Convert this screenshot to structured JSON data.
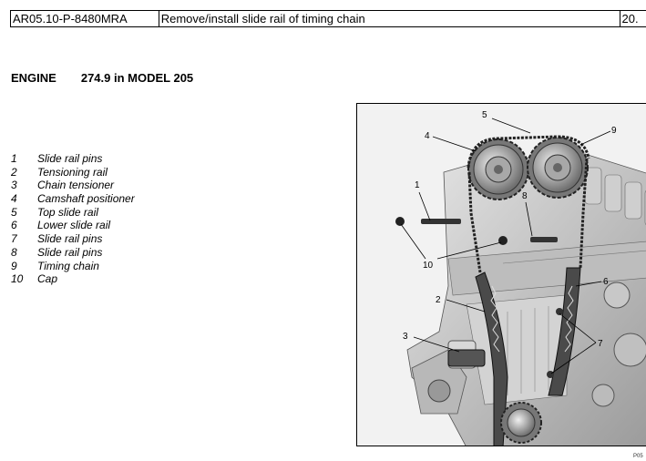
{
  "header": {
    "doc_id": "AR05.10-P-8480MRA",
    "title": "Remove/install slide rail of timing chain",
    "date": "20."
  },
  "engine": {
    "label": "ENGINE",
    "value": "274.9 in MODEL 205"
  },
  "legend": [
    {
      "num": "1",
      "text": "Slide rail pins"
    },
    {
      "num": "2",
      "text": "Tensioning rail"
    },
    {
      "num": "3",
      "text": "Chain tensioner"
    },
    {
      "num": "4",
      "text": "Camshaft positioner"
    },
    {
      "num": "5",
      "text": "Top slide rail"
    },
    {
      "num": "6",
      "text": "Lower slide rail"
    },
    {
      "num": "7",
      "text": "Slide rail pins"
    },
    {
      "num": "8",
      "text": "Slide rail pins"
    },
    {
      "num": "9",
      "text": "Timing chain"
    },
    {
      "num": "10",
      "text": "Cap"
    }
  ],
  "figure": {
    "code": "P05",
    "callouts": [
      "5",
      "4",
      "9",
      "1",
      "8",
      "10",
      "2",
      "6",
      "3",
      "7"
    ]
  }
}
